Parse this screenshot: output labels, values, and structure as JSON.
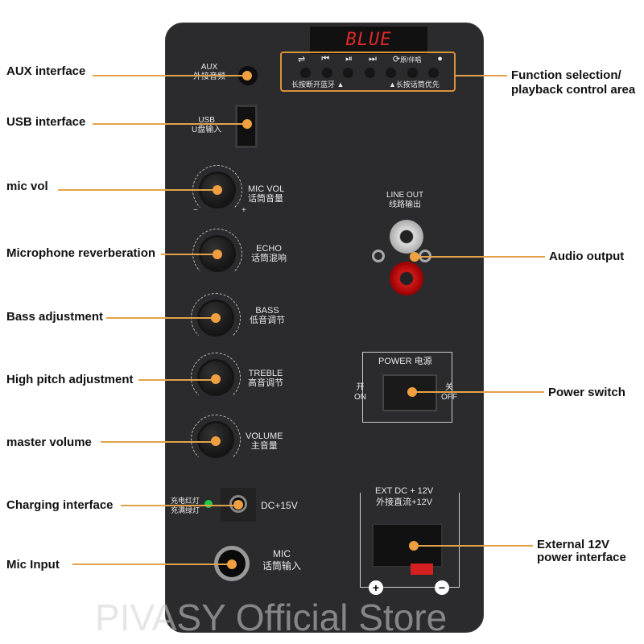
{
  "watermark": "PIVASY Official Store",
  "display": {
    "text": "BLUE",
    "color": "#e02828"
  },
  "function_area": {
    "icons": [
      "repeat-icon",
      "previous-icon",
      "play-pause-icon",
      "next-icon",
      "loop-icon"
    ],
    "mode_label": "原/伴唱",
    "hint_left": "长按断开蓝牙 ▲",
    "hint_right": "▲长按话筒优先"
  },
  "panel_labels": {
    "aux": [
      "AUX",
      "外接音频"
    ],
    "usb": [
      "USB",
      "U盘输入"
    ],
    "mic_vol": [
      "MIC VOL",
      "话筒音量"
    ],
    "echo": [
      "ECHO",
      "话筒混响"
    ],
    "bass": [
      "BASS",
      "低音调节"
    ],
    "treble": [
      "TREBLE",
      "高音调节"
    ],
    "volume": [
      "VOLUME",
      "主音量"
    ],
    "charge_led": [
      "充电红灯",
      "充满绿灯"
    ],
    "dc": "DC+15V",
    "mic": [
      "MIC",
      "话筒输入"
    ],
    "line_out": [
      "LINE OUT",
      "线路输出"
    ],
    "power": "POWER 电源",
    "on": [
      "开",
      "ON"
    ],
    "off": [
      "关",
      "OFF"
    ],
    "ext_dc": [
      "EXT DC + 12V",
      "外接直流+12V"
    ],
    "minus": "−",
    "plus": "+"
  },
  "callouts": {
    "aux": "AUX interface",
    "usb": "USB interface",
    "mic_vol": "mic vol",
    "echo": "Microphone reverberation",
    "bass": "Bass adjustment",
    "treble": "High pitch adjustment",
    "volume": "master volume",
    "charging": "Charging interface",
    "mic": "Mic Input",
    "function": [
      "Function selection/",
      "playback control area"
    ],
    "audio_out": "Audio output",
    "power": "Power switch",
    "ext": [
      "External 12V",
      "power interface"
    ]
  },
  "colors": {
    "accent": "#e3a24a",
    "panel": "#2b2b2d",
    "led": "#22cc44"
  }
}
